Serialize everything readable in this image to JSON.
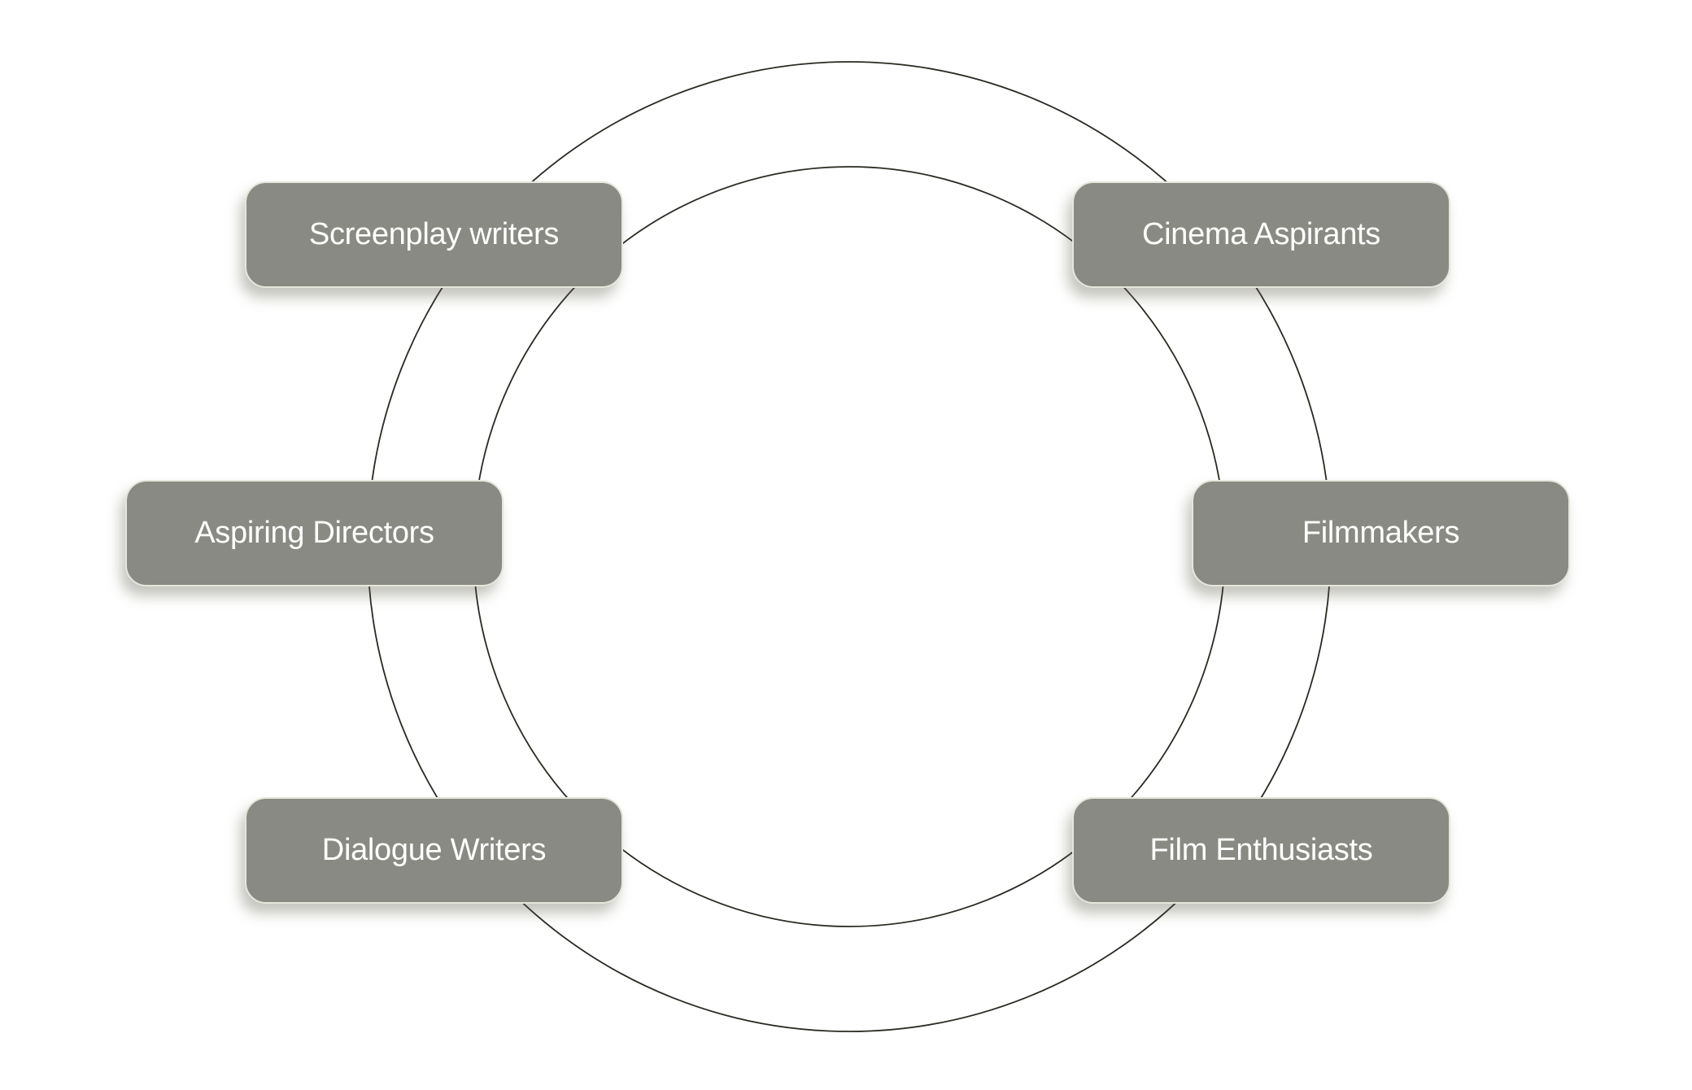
{
  "colors": {
    "node_fill": "#8a8a84",
    "node_text": "#ffffff",
    "ring_stroke": "#2a2a22",
    "background": "#ffffff"
  },
  "nodes": [
    {
      "label": "Screenplay writers"
    },
    {
      "label": "Cinema Aspirants"
    },
    {
      "label": "Aspiring Directors"
    },
    {
      "label": "Filmmakers"
    },
    {
      "label": "Dialogue Writers"
    },
    {
      "label": "Film Enthusiasts"
    }
  ]
}
